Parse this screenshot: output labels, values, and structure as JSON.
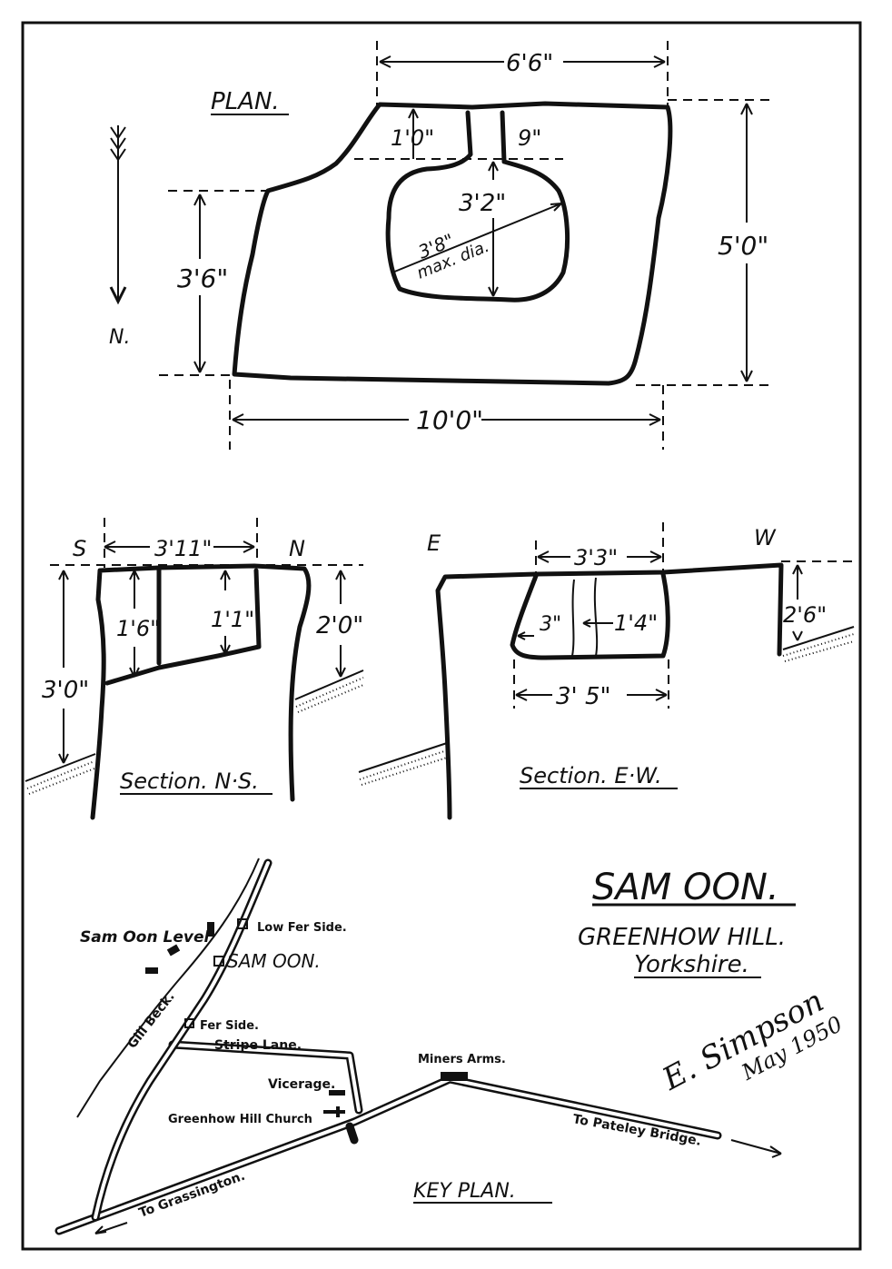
{
  "plan": {
    "title": "PLAN.",
    "north": "N.",
    "dims": {
      "width_top": "6'6\"",
      "neck_left": "1'0\"",
      "neck_right": "9\"",
      "hole_depth": "3'2\"",
      "hole_dia": "3'8\"",
      "hole_dia_note": "max. dia.",
      "right_height": "5'0\"",
      "left_height": "3'6\"",
      "bottom_width": "10'0\""
    }
  },
  "section_ns": {
    "title": "Section. N·S.",
    "s": "S",
    "n": "N",
    "dims": {
      "top": "3'11\"",
      "a": "1'6\"",
      "b": "1'1\"",
      "right": "2'0\"",
      "left": "3'0\""
    }
  },
  "section_ew": {
    "title": "Section. E·W.",
    "e": "E",
    "w": "W",
    "dims": {
      "top": "3'3\"",
      "small": "3\"",
      "mid": "1'4\"",
      "bottom": "3' 5\"",
      "right": "2'6\""
    }
  },
  "title_block": {
    "name": "SAM OON.",
    "place": "GREENHOW HILL.",
    "county": "Yorkshire."
  },
  "signature": {
    "name": "E. Simpson",
    "date": "May 1950"
  },
  "key_plan": {
    "title": "KEY PLAN.",
    "labels": {
      "samoon_level": "Sam Oon Level",
      "low_fer_side": "Low Fer Side.",
      "sam_oon": "SAM OON.",
      "gill_beck": "Gill Beck.",
      "fer_side": "Fer Side.",
      "stripe_lane": "Stripe   Lane.",
      "miners_arms": "Miners Arms.",
      "vicarage": "Vicerage.",
      "church": "Greenhow Hill Church",
      "to_pateley": "To Pateley Bridge.",
      "to_grassington": "To Grassington."
    }
  }
}
